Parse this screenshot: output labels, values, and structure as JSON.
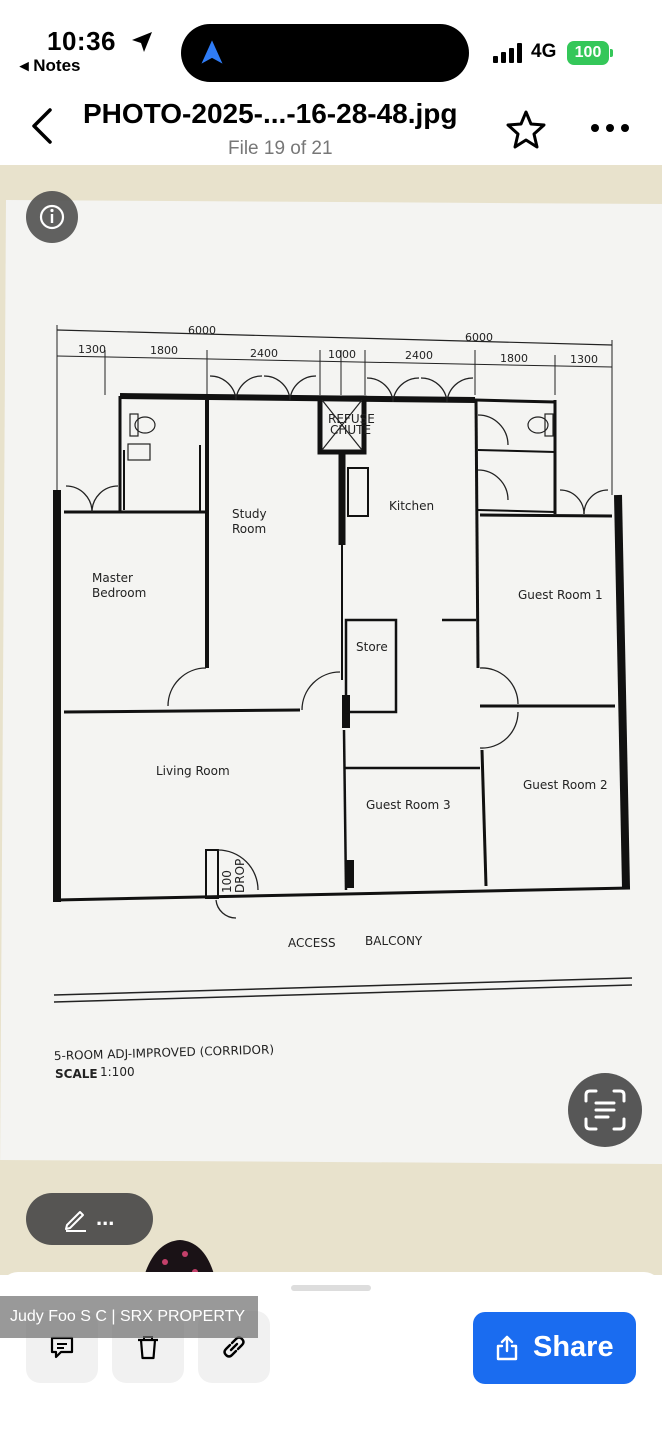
{
  "status_bar": {
    "time": "10:36",
    "back_app": "◂ Notes",
    "network": "4G",
    "battery": "100"
  },
  "nav": {
    "title": "PHOTO-2025-...-16-28-48.jpg",
    "file_count": "File 19 of 21"
  },
  "floor_plan": {
    "top_total_left": "6000",
    "top_total_right": "6000",
    "dimensions": [
      "1300",
      "1800",
      "2400",
      "1000",
      "2400",
      "1800",
      "1300"
    ],
    "rooms": {
      "refuse": "REFUSE",
      "chute": "CHUTE",
      "kitchen": "Kitchen",
      "study_1": "Study",
      "study_2": "Room",
      "master_1": "Master",
      "master_2": "Bedroom",
      "guest1": "Guest Room 1",
      "store": "Store",
      "living": "Living Room",
      "guest2": "Guest Room 2",
      "guest3": "Guest Room 3",
      "drop_num": "100",
      "drop": "DROP",
      "access": "ACCESS",
      "balcony": "BALCONY"
    },
    "heading": "5-ROOM ADJ-IMPROVED (CORRIDOR)",
    "scale_label": "SCALE",
    "scale_value": "1:100"
  },
  "overlay": {
    "markup_dots": "..."
  },
  "bottom_bar": {
    "watermark": "Judy Foo S C | SRX PROPERTY",
    "share_label": "Share"
  },
  "icons": [
    "location-arrow-icon",
    "navigation-icon",
    "signal-icon",
    "chevron-left-icon",
    "star-icon",
    "more-icon",
    "info-icon",
    "text-scan-icon",
    "pencil-icon",
    "comment-icon",
    "trash-icon",
    "link-icon",
    "share-icon"
  ],
  "colors": {
    "accent": "#1a6cf0",
    "battery": "#34c759"
  }
}
